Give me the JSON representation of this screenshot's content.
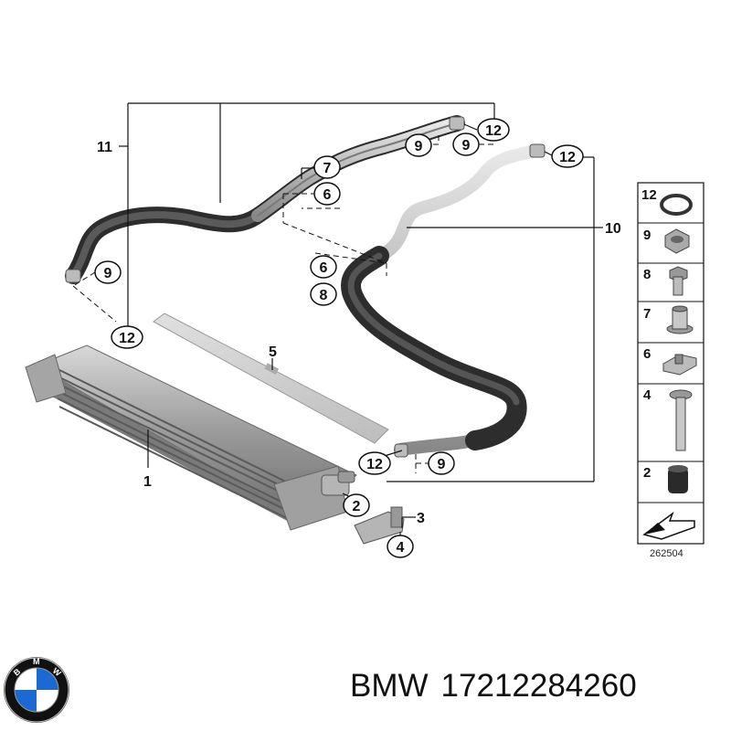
{
  "callouts": {
    "c1": "1",
    "c2": "2",
    "c3": "3",
    "c4": "4",
    "c5": "5",
    "c6a": "6",
    "c6b": "6",
    "c7": "7",
    "c8": "8",
    "c9a": "9",
    "c9b": "9",
    "c9c": "9",
    "c9d": "9",
    "c10": "10",
    "c11": "11",
    "c12a": "12",
    "c12b": "12",
    "c12c": "12",
    "c12d": "12"
  },
  "legend": {
    "items": [
      {
        "number": "12",
        "part": "o-ring"
      },
      {
        "number": "9",
        "part": "hex-nut"
      },
      {
        "number": "8",
        "part": "bolt"
      },
      {
        "number": "7",
        "part": "bushing"
      },
      {
        "number": "6",
        "part": "clip"
      },
      {
        "number": "4",
        "part": "long-bolt"
      },
      {
        "number": "2",
        "part": "rubber-mount"
      }
    ],
    "reference": "262504"
  },
  "caption": {
    "brand": "BMW",
    "part_number": "17212284260"
  },
  "logo": {
    "text": "BMW",
    "colors": {
      "blue": "#1c69d4",
      "white": "#ffffff",
      "ring": "#111111"
    }
  }
}
